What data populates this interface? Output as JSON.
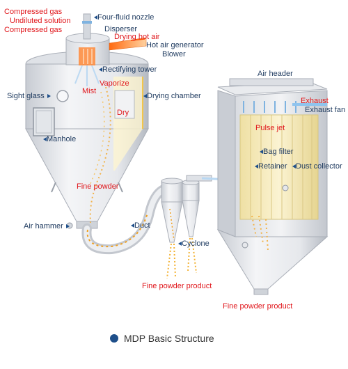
{
  "labels": {
    "compressed_gas_1": "Compressed gas",
    "undiluted_solution": "Undiluted solution",
    "compressed_gas_2": "Compressed gas",
    "four_fluid_nozzle": "Four-fluid nozzle",
    "disperser": "Disperser",
    "drying_hot_air": "Drying hot air",
    "hot_air_generator": "Hot air generator",
    "blower": "Blower",
    "rectifying_tower": "Rectifying tower",
    "sight_glass": "Sight glass",
    "mist": "Mist",
    "vaporize": "Vaporize",
    "drying_chamber": "Drying chamber",
    "dry": "Dry",
    "manhole": "Manhole",
    "fine_powder": "Fine powder",
    "air_hammer": "Air hammer",
    "duct": "Duct",
    "cyclone": "Cyclone",
    "fine_powder_product_1": "Fine powder product",
    "air_header": "Air header",
    "exhaust": "Exhaust",
    "exhaust_fan": "Exhaust fan",
    "pulse_jet": "Pulse jet",
    "bag_filter": "Bag filter",
    "retainer": "Retainer",
    "dust_collector": "Dust collector",
    "fine_powder_product_2": "Fine powder product"
  },
  "caption": "MDP Basic Structure",
  "colors": {
    "label_blue": "#1e3a5f",
    "label_red": "#e0161b",
    "accent_blue": "#1e4f8a",
    "vessel_light": "#eef0f3",
    "vessel_shadow": "#b9bec6",
    "powder_orange": "#f0a020",
    "hot_air_orange": "#ff7a1a",
    "filter_bag_yellow": "#f3e6b0"
  }
}
